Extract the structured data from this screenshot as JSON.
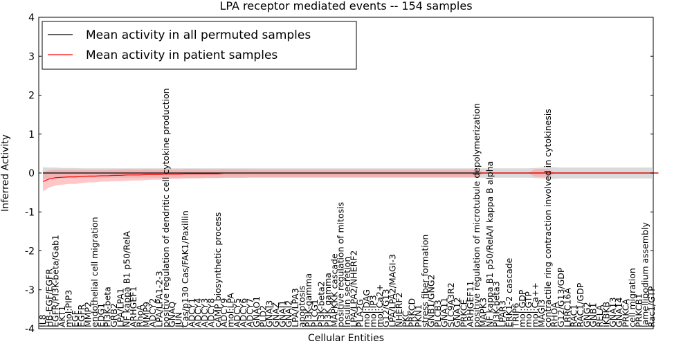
{
  "chart_data": {
    "type": "line",
    "title": "LPA receptor mediated events -- 154 samples",
    "xlabel": "Cellular Entities",
    "ylabel": "Inferred Activity",
    "ylim": [
      -4,
      4
    ],
    "yticks": [
      -4,
      -3,
      -2,
      -1,
      0,
      1,
      2,
      3,
      4
    ],
    "legend_position": "upper-left",
    "categories": [
      "IL8",
      "HB-EGF/EGFR",
      "EGFR/PI3K-beta/Gab1",
      "AKT1",
      "mol:PIP3",
      "EGF",
      "EGFR",
      "MMP2",
      "endothelial cell migration",
      "EDG1",
      "PI3K-beta",
      "GRB2",
      "LPA/LPA1",
      "NF kappa B1 p50/RelA",
      "ARHGEF1",
      "RhoA",
      "MMP9",
      "ADCY2",
      "LPA/LPA1-2-3",
      "positive regulation of dendritic cell cytokine production",
      "GNAQ",
      "JUN",
      "Cas/p130 Cas/FAK1/Paxillin",
      "ADCY1",
      "ADCY4",
      "ADCY3",
      "ADCY8",
      "cAMP biosynthetic process",
      "ADCY9",
      "mol:LPA",
      "ADCY5",
      "ADCY6",
      "ADCY7",
      "GNAO1",
      "PLD2",
      "GNAI3",
      "GNAZ",
      "GNAI1",
      "GNAI2",
      "LPA/LPA3",
      "apoptosis",
      "PI3K-gamma",
      "PLCG1",
      "PI3K-beta2",
      "PI3K gamma",
      "MAPKKK cascade",
      "positive regulation of mitosis",
      "insulin secretion",
      "LPA/LPA2/NHERF2",
      "PLA2G",
      "mol:DAG",
      "mol:IP3",
      "mol:Ca2+",
      "G12/G13",
      "LPA/LPA2/MAGI-3",
      "NHERF2",
      "PKC",
      "PRKCD",
      "PKN1",
      "stress fiber formation",
      "GNB1/GNG2",
      "PLCB3",
      "GNA11",
      "SLC9A3R2",
      "GNA12",
      "PRKCE",
      "ARHGEF11",
      "positive regulation of microtubule depolymerization",
      "MAPK3",
      "NF kappa B1 p50/RelA/I kappa B alpha",
      "PI3K-beta3",
      "LPAR3",
      "ERK1-2 cascade",
      "TRIP6",
      "mol:GDP",
      "mol:GTP",
      "mol:Ca++",
      "MAGI3",
      "contractile ring contraction involved in cytokinesis",
      "RHOA",
      "G12/G13/GDP",
      "LRRC16A",
      "RAC1",
      "RAC1/GDP",
      "GNG2",
      "GNB1",
      "RELA",
      "IKBKB",
      "GNA13",
      "GNA14",
      "PRKCA",
      "cell migration",
      "PRKCB1",
      "lamellipodium assembly",
      "Rac1/GTP"
    ],
    "visible_labels": [
      "IL8",
      "HB-EGF/EGFR",
      "EGFR/PI3K-beta/Gab1",
      "AKT1",
      "mol:PIP3",
      "EGF",
      "EGFR",
      "MMP2",
      "endothelial cell migration",
      "EDG1",
      "PI3K-beta",
      "GRB2",
      "LPA/LPA1",
      "NF kappa B1 p50/RelA",
      "ARHGEF1",
      "RhoA",
      "MMP9",
      "ADCY2",
      "LPA/LPA1-2-3",
      "positive regulation of dendritic cell cytokine production",
      "GNAQ",
      "JUN",
      "Cas/p130 Cas/FAK1/Paxillin",
      "ADCY1",
      "ADCY4",
      "ADCY3",
      "ADCY8",
      "cAMP biosynthetic process",
      "ADCY9",
      "mol:LPA",
      "ADCY5",
      "ADCY6",
      "ADCY7",
      "GNAO1",
      "PLD2",
      "GNAI3",
      "GNAZ",
      "GNAI1",
      "GNAI2",
      "LPA/LPA3",
      "apoptosis",
      "PI3K-gamma",
      "PLCG1",
      "PI3K-beta2",
      "PI3K gamma",
      "MAPKKK cascade",
      "positive regulation of mitosis",
      "insulin secretion",
      "LPA/LPA2/NHERF2",
      "PLA2G",
      "mol:DAG",
      "mol:IP3",
      "mol:Ca2+",
      "G12/G13",
      "LPA/LPA2/MAGI-3",
      "NHERF2",
      "PKC",
      "PRKCD",
      "PKN1",
      "stress fiber formation",
      "GNB1/GNG2",
      "PLCB3",
      "GNA11",
      "SLC9A3R2",
      "GNA12",
      "PRKCE",
      "ARHGEF11",
      "positive regulation of microtubule depolymerization",
      "MAPK3",
      "NF kappa B1 p50/RelA/I kappa B alpha",
      "PI3K-beta3",
      "LPAR3",
      "ERK1-2 cascade",
      "TRIP6",
      "mol:GDP",
      "mol:GTP",
      "mol:Ca++",
      "MAGI3",
      "contractile ring contraction involved in cytokinesis",
      "RHOA",
      "G12/G13/GDP",
      "LRRC16A",
      "RAC1",
      "RAC1/GDP",
      "GNG2",
      "GNB1",
      "RELA",
      "IKBKB",
      "GNA13",
      "GNA14",
      "PRKCA",
      "cell migration",
      "PRKCB1",
      "lamellipodium assembly",
      "Rac1/GTP"
    ],
    "series": [
      {
        "name": "Mean activity in all permuted samples",
        "color": "#000000",
        "band_color": "#bbbbbb",
        "mean": [
          0,
          0,
          0,
          0,
          0,
          0,
          0,
          0,
          0,
          0,
          0,
          0,
          0,
          0,
          0,
          0,
          0,
          0,
          0,
          0,
          0,
          0,
          0,
          0,
          0,
          0,
          0,
          0,
          0,
          0,
          0,
          0,
          0,
          0,
          0,
          0,
          0,
          0,
          0,
          0,
          0,
          0,
          0,
          0,
          0,
          0,
          0,
          0,
          0,
          0,
          0,
          0,
          0,
          0,
          0,
          0,
          0,
          0,
          0,
          0,
          0,
          0,
          0,
          0,
          0,
          0,
          0,
          0,
          0,
          0,
          0,
          0,
          0,
          0,
          0,
          0,
          0,
          0,
          0,
          0,
          0,
          0,
          0,
          0,
          0,
          0,
          0,
          0,
          0,
          0,
          0,
          0,
          0,
          0,
          0,
          0
        ],
        "band": [
          0.15,
          0.14,
          0.14,
          0.13,
          0.13,
          0.13,
          0.12,
          0.12,
          0.12,
          0.12,
          0.12,
          0.12,
          0.12,
          0.12,
          0.12,
          0.12,
          0.12,
          0.12,
          0.12,
          0.12,
          0.12,
          0.12,
          0.12,
          0.12,
          0.12,
          0.12,
          0.12,
          0.12,
          0.12,
          0.12,
          0.12,
          0.12,
          0.12,
          0.12,
          0.12,
          0.12,
          0.12,
          0.12,
          0.12,
          0.12,
          0.12,
          0.12,
          0.12,
          0.12,
          0.12,
          0.12,
          0.12,
          0.12,
          0.12,
          0.12,
          0.12,
          0.12,
          0.12,
          0.12,
          0.12,
          0.12,
          0.12,
          0.12,
          0.12,
          0.12,
          0.12,
          0.12,
          0.12,
          0.12,
          0.12,
          0.12,
          0.12,
          0.12,
          0.12,
          0.12,
          0.12,
          0.12,
          0.12,
          0.12,
          0.12,
          0.12,
          0.13,
          0.14,
          0.15,
          0.15,
          0.14,
          0.14,
          0.14,
          0.14,
          0.14,
          0.14,
          0.14,
          0.14,
          0.14,
          0.14,
          0.14,
          0.14,
          0.14,
          0.14,
          0.14,
          0.14
        ]
      },
      {
        "name": "Mean activity in patient samples",
        "color": "#ff0000",
        "band_color": "#ff9999",
        "mean": [
          -0.22,
          -0.15,
          -0.12,
          -0.11,
          -0.1,
          -0.1,
          -0.09,
          -0.08,
          -0.08,
          -0.07,
          -0.07,
          -0.06,
          -0.06,
          -0.05,
          -0.05,
          -0.05,
          -0.04,
          -0.04,
          -0.04,
          -0.03,
          -0.03,
          -0.03,
          -0.02,
          -0.02,
          -0.02,
          -0.02,
          -0.02,
          -0.02,
          -0.01,
          -0.01,
          -0.01,
          -0.01,
          -0.01,
          -0.01,
          -0.01,
          -0.01,
          -0.01,
          -0.01,
          -0.01,
          -0.01,
          -0.01,
          -0.01,
          -0.01,
          -0.01,
          -0.01,
          -0.01,
          -0.01,
          -0.01,
          -0.01,
          -0.01,
          -0.01,
          -0.01,
          -0.01,
          -0.01,
          -0.01,
          -0.01,
          -0.01,
          -0.01,
          -0.01,
          -0.01,
          -0.01,
          -0.01,
          -0.01,
          -0.01,
          -0.01,
          -0.01,
          -0.01,
          -0.01,
          0,
          0,
          0,
          0,
          0,
          0,
          0,
          0,
          0,
          0,
          0,
          0,
          0,
          0,
          0,
          0,
          0,
          0,
          0,
          0,
          0,
          0,
          0,
          0,
          0,
          0,
          0,
          0
        ],
        "band": [
          0.25,
          0.22,
          0.2,
          0.19,
          0.18,
          0.18,
          0.17,
          0.16,
          0.16,
          0.15,
          0.15,
          0.15,
          0.15,
          0.15,
          0.14,
          0.14,
          0.14,
          0.13,
          0.13,
          0.13,
          0.12,
          0.12,
          0.12,
          0.12,
          0.12,
          0.11,
          0.11,
          0.11,
          0.11,
          0.11,
          0.11,
          0.11,
          0.1,
          0.1,
          0.1,
          0.1,
          0.1,
          0.1,
          0.1,
          0.1,
          0.1,
          0.1,
          0.1,
          0.1,
          0.1,
          0.1,
          0.1,
          0.1,
          0.1,
          0.1,
          0.1,
          0.1,
          0.1,
          0.1,
          0.1,
          0.1,
          0.1,
          0.1,
          0.1,
          0.1,
          0.1,
          0.1,
          0.1,
          0.1,
          0.1,
          0.1,
          0.1,
          0.1,
          0.01,
          0.01,
          0.01,
          0.01,
          0.01,
          0.01,
          0.01,
          0.01,
          0.1,
          0.1,
          0.1,
          0.01,
          0.01,
          0.01,
          0.01,
          0.01,
          0.01,
          0.01,
          0.01,
          0.01,
          0.01,
          0.01,
          0.01,
          0.01,
          0.01,
          0.01,
          0.01,
          0.01
        ]
      }
    ]
  }
}
